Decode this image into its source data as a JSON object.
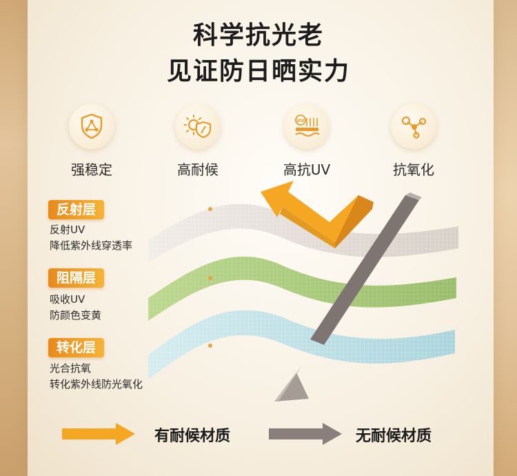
{
  "title_line1": "科学抗光老",
  "title_line2": "见证防日晒实力",
  "features": [
    {
      "icon": "shield-triangle-icon",
      "label": "强稳定"
    },
    {
      "icon": "sun-shield-icon",
      "label": "高耐候"
    },
    {
      "icon": "uv-filter-icon",
      "label": "高抗UV"
    },
    {
      "icon": "molecule-icon",
      "label": "抗氧化"
    }
  ],
  "layers": [
    {
      "tag": "反射层",
      "line1": "反射UV",
      "line2": "降低紫外线穿透率"
    },
    {
      "tag": "阻隔层",
      "line1": "吸收UV",
      "line2": "防颜色变黄"
    },
    {
      "tag": "转化层",
      "line1": "光合抗氧",
      "line2": "转化紫外线防光氧化"
    }
  ],
  "legend": {
    "with_material": "有耐候材质",
    "without_material": "无耐候材质"
  },
  "colors": {
    "accent_orange": "#f5a623",
    "gray_arrow": "#8a7f7c",
    "layer_top": "#e4ddd6",
    "layer_mid": "#a8c77b",
    "layer_bottom": "#b7dce3"
  }
}
